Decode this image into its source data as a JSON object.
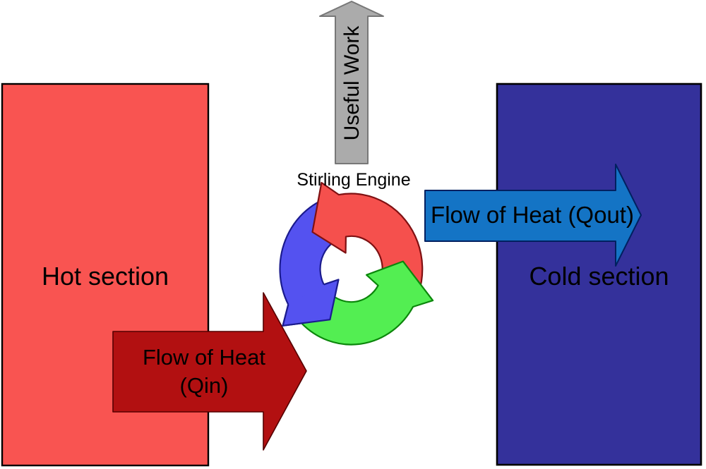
{
  "diagram": {
    "hot_section": {
      "label": "Hot section"
    },
    "cold_section": {
      "label": "Cold section"
    },
    "engine": {
      "label": "Stirling Engine"
    },
    "useful_work": {
      "label": "Useful Work"
    },
    "heat_in": {
      "line1": "Flow of Heat",
      "line2": "(Qin)"
    },
    "heat_out": {
      "label": "Flow of Heat (Qout)"
    }
  },
  "colors": {
    "hot_fill": "#f95451",
    "cold_fill": "#34319b",
    "qin_fill": "#b21011",
    "qin_line": "#550000",
    "qout_fill": "#1474c5",
    "qout_line": "#012060",
    "work_fill": "#ababab",
    "work_line": "#777777",
    "box_line": "#000000",
    "cycle_red": "#f5504d",
    "cycle_red_line": "#7f1012",
    "cycle_blue": "#5452f0",
    "cycle_blue_line": "#1b1b8e",
    "cycle_green": "#53ee52",
    "cycle_green_line": "#0b870b",
    "text": "#000000"
  }
}
